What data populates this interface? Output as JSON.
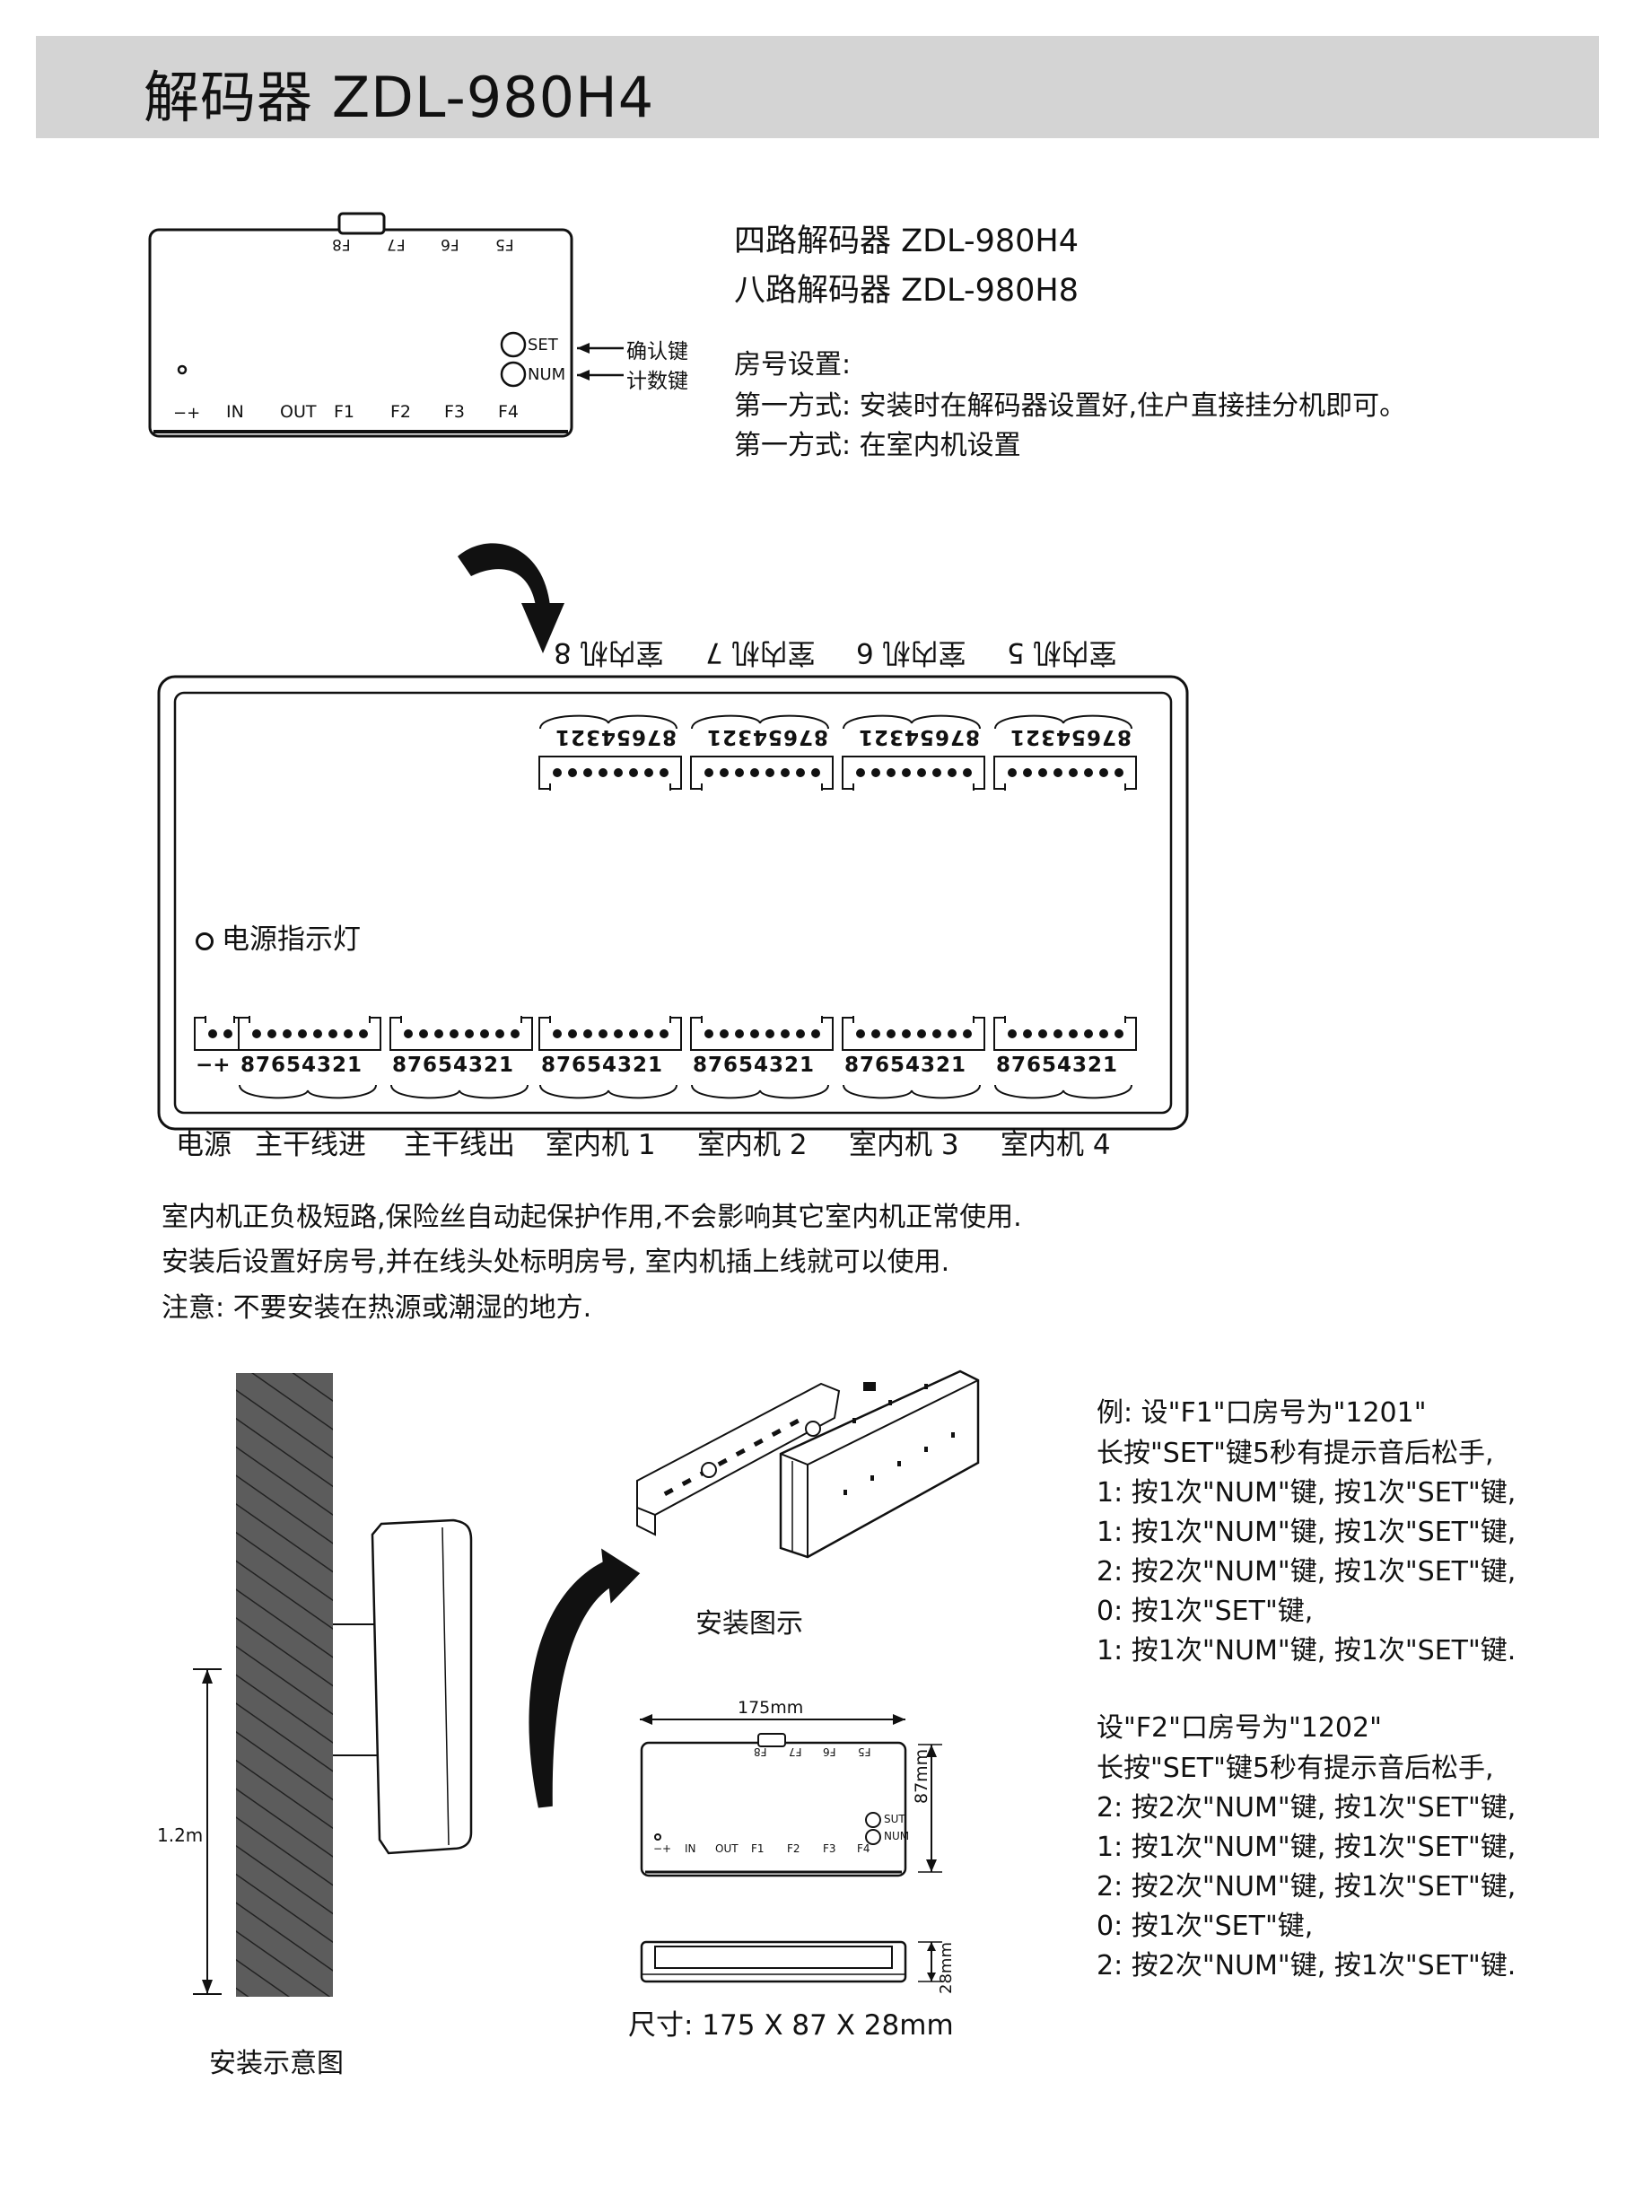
{
  "header": {
    "title": "解码器 ZDL-980H4"
  },
  "models": {
    "line1": "四路解码器 ZDL-980H4",
    "line2": "八路解码器 ZDL-980H8"
  },
  "room_setting": {
    "heading": "房号设置:",
    "method1": "第一方式: 安装时在解码器设置好,住户直接挂分机即可。",
    "method2": "第一方式: 在室内机设置"
  },
  "top_device": {
    "top_ports": [
      "F8",
      "F7",
      "F6",
      "F5"
    ],
    "bottom_ports": [
      "IN",
      "OUT",
      "F1",
      "F2",
      "F3",
      "F4"
    ],
    "set_label": "SET",
    "num_label": "NUM",
    "confirm_key": "确认键",
    "count_key": "计数键",
    "power_symbol": "−+"
  },
  "board": {
    "top_labels": [
      "室内机 8",
      "室内机 7",
      "室内机 6",
      "室内机 5"
    ],
    "pin_numbers": "87654321",
    "power_pins": "−+",
    "power_indicator": "电源指示灯",
    "bottom_labels": [
      "电源",
      "主干线进",
      "主干线出",
      "室内机 1",
      "室内机 2",
      "室内机 3",
      "室内机 4"
    ]
  },
  "notes": {
    "line1": "室内机正负极短路,保险丝自动起保护作用,不会影响其它室内机正常使用.",
    "line2": "安装后设置好房号,并在线头处标明房号, 室内机插上线就可以使用.",
    "line3": "注意: 不要安装在热源或潮湿的地方."
  },
  "install": {
    "height_label": "1.2m",
    "wall_caption": "安装示意图",
    "install_caption": "安装图示",
    "dim_width": "175mm",
    "dim_height": "87mm",
    "dim_depth": "28mm",
    "small_set": "SUT",
    "small_num": "NUM",
    "size_text": "尺寸: 175 X 87 X 28mm"
  },
  "example1": {
    "title": "例: 设\"F1\"口房号为\"1201\"",
    "steps": [
      "长按\"SET\"键5秒有提示音后松手,",
      "1: 按1次\"NUM\"键, 按1次\"SET\"键,",
      "1: 按1次\"NUM\"键, 按1次\"SET\"键,",
      "2: 按2次\"NUM\"键, 按1次\"SET\"键,",
      "0: 按1次\"SET\"键,",
      "1: 按1次\"NUM\"键, 按1次\"SET\"键."
    ]
  },
  "example2": {
    "title": "设\"F2\"口房号为\"1202\"",
    "steps": [
      "长按\"SET\"键5秒有提示音后松手,",
      "2: 按2次\"NUM\"键, 按1次\"SET\"键,",
      "1: 按1次\"NUM\"键, 按1次\"SET\"键,",
      "2: 按2次\"NUM\"键, 按1次\"SET\"键,",
      "0: 按1次\"SET\"键,",
      "2: 按2次\"NUM\"键, 按1次\"SET\"键."
    ]
  }
}
